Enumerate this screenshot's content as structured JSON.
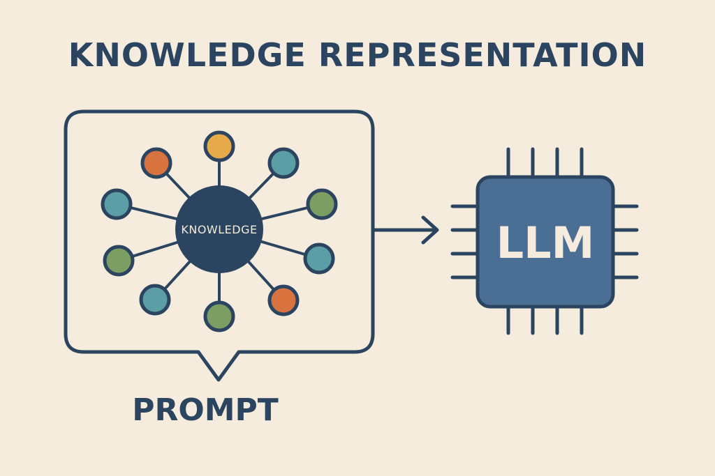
{
  "title": "KNOWLEDGE REPRESENTATION",
  "prompt_label": "PROMPT",
  "hub_label": "KNOWLEDGE",
  "chip_label": "LLM",
  "colors": {
    "background": "#f6ecdd",
    "ink": "#2b4560",
    "chip_fill": "#4a6e94",
    "node_orange": "#d8733f",
    "node_yellow": "#e7aa4a",
    "node_teal": "#5b9ea6",
    "node_green": "#7c9e63"
  },
  "nodes": [
    {
      "name": "node-orange-upper-left",
      "color": "orange"
    },
    {
      "name": "node-yellow-top",
      "color": "yellow"
    },
    {
      "name": "node-teal-upper-right",
      "color": "teal"
    },
    {
      "name": "node-teal-left",
      "color": "teal"
    },
    {
      "name": "node-green-right",
      "color": "green"
    },
    {
      "name": "node-green-left",
      "color": "green"
    },
    {
      "name": "node-teal-right",
      "color": "teal"
    },
    {
      "name": "node-teal-lower-left",
      "color": "teal"
    },
    {
      "name": "node-green-bottom",
      "color": "green"
    },
    {
      "name": "node-orange-lower-right",
      "color": "orange"
    }
  ],
  "icons": {
    "arrow": "arrow-right-icon",
    "chip": "chip-icon",
    "bubble": "speech-bubble-icon"
  }
}
